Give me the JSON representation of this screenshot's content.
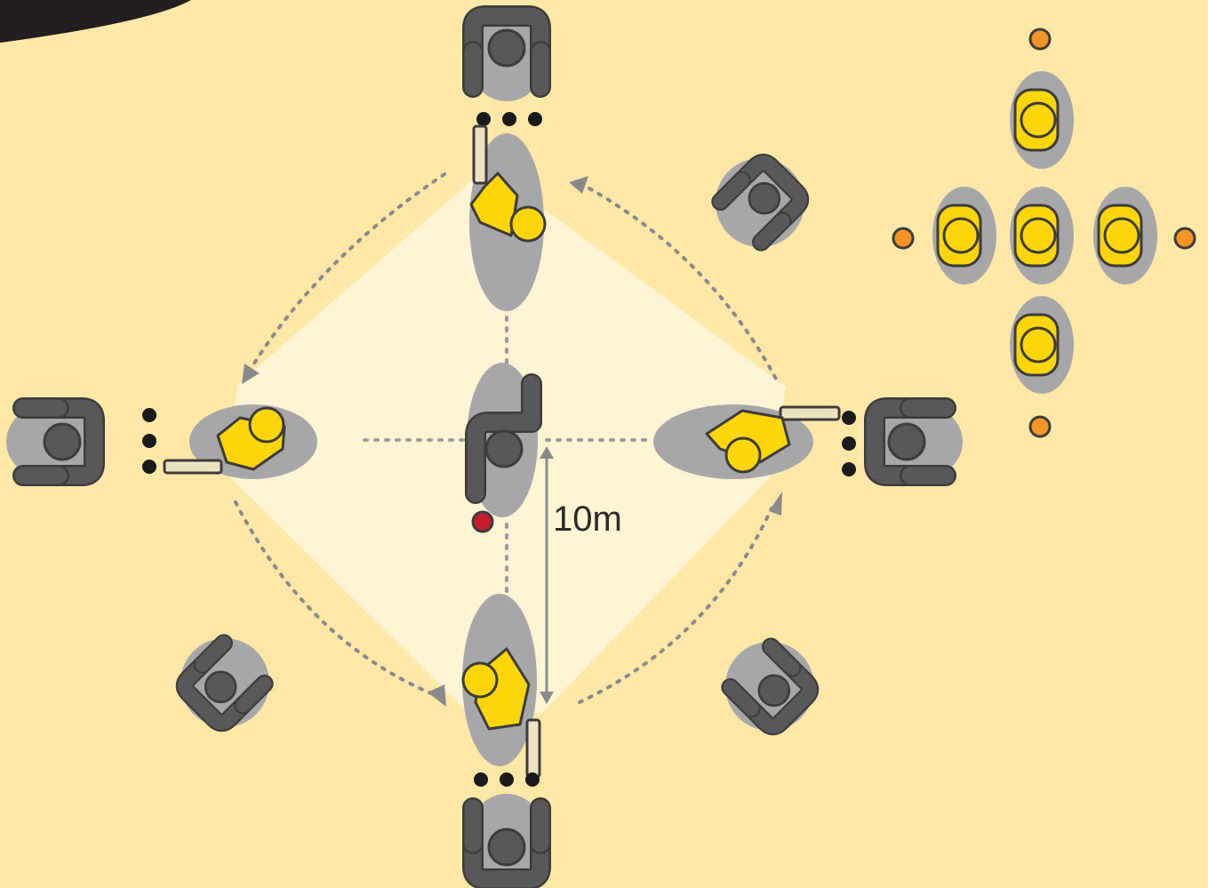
{
  "distance_label": "10m",
  "colors": {
    "background": "#fde8a8",
    "diamond": "#fff5d4",
    "shadow": "#a7a7a9",
    "fielder": "#58585a",
    "batter": "#fcd50a",
    "outline": "#3c3c3c",
    "stumps": "#1a1a1a",
    "cone": "#f39426",
    "ball": "#c41e2c",
    "arrow": "#8a8a8a",
    "bat": "#eee3c0"
  },
  "elements": {
    "batters": [
      "batter-north",
      "batter-east",
      "batter-south",
      "batter-west"
    ],
    "wicketkeepers": [
      "keeper-north",
      "keeper-east",
      "keeper-south",
      "keeper-west"
    ],
    "bowler": "bowler-center",
    "fielders": [
      "fielder-ne",
      "fielder-se",
      "fielder-sw"
    ],
    "waiting_group": [
      "waiting-batter-1",
      "waiting-batter-2",
      "waiting-batter-3",
      "waiting-batter-4",
      "waiting-batter-5"
    ],
    "cones": [
      "cone-1",
      "cone-2",
      "cone-3",
      "cone-4"
    ],
    "icons": [
      "ball-icon",
      "stumps-icon",
      "bat-icon",
      "rotation-arrow-icon"
    ]
  }
}
